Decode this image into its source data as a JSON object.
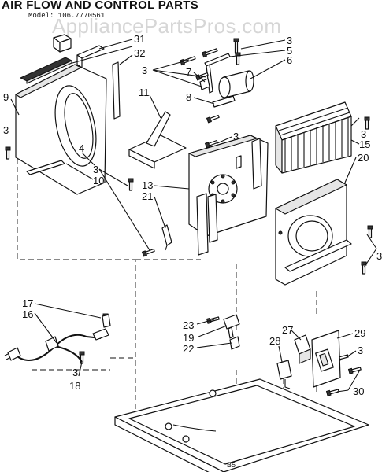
{
  "header": {
    "title": "AIR FLOW AND CONTROL PARTS",
    "model": "Model: 106.7770561",
    "watermark": "AppliancePartsPros.com"
  },
  "callouts": [
    {
      "id": "c-31",
      "text": "31"
    },
    {
      "id": "c-32",
      "text": "32"
    },
    {
      "id": "c-3a",
      "text": "3"
    },
    {
      "id": "c-5",
      "text": "5"
    },
    {
      "id": "c-6",
      "text": "6"
    },
    {
      "id": "c-3b",
      "text": "3"
    },
    {
      "id": "c-7",
      "text": "7"
    },
    {
      "id": "c-8",
      "text": "8"
    },
    {
      "id": "c-9",
      "text": "9"
    },
    {
      "id": "c-11",
      "text": "11"
    },
    {
      "id": "c-3c",
      "text": "3"
    },
    {
      "id": "c-3d",
      "text": "3"
    },
    {
      "id": "c-3e",
      "text": "3"
    },
    {
      "id": "c-15",
      "text": "15"
    },
    {
      "id": "c-20",
      "text": "20"
    },
    {
      "id": "c-4",
      "text": "4"
    },
    {
      "id": "c-3f",
      "text": "3"
    },
    {
      "id": "c-10",
      "text": "10"
    },
    {
      "id": "c-13",
      "text": "13"
    },
    {
      "id": "c-21",
      "text": "21"
    },
    {
      "id": "c-3g",
      "text": "3"
    },
    {
      "id": "c-17",
      "text": "17"
    },
    {
      "id": "c-16",
      "text": "16"
    },
    {
      "id": "c-23",
      "text": "23"
    },
    {
      "id": "c-19",
      "text": "19"
    },
    {
      "id": "c-22",
      "text": "22"
    },
    {
      "id": "c-27",
      "text": "27"
    },
    {
      "id": "c-28",
      "text": "28"
    },
    {
      "id": "c-29",
      "text": "29"
    },
    {
      "id": "c-3h",
      "text": "3"
    },
    {
      "id": "c-3i",
      "text": "3"
    },
    {
      "id": "c-18",
      "text": "18"
    },
    {
      "id": "c-30",
      "text": "30"
    },
    {
      "id": "c-b5",
      "text": "B5"
    }
  ]
}
